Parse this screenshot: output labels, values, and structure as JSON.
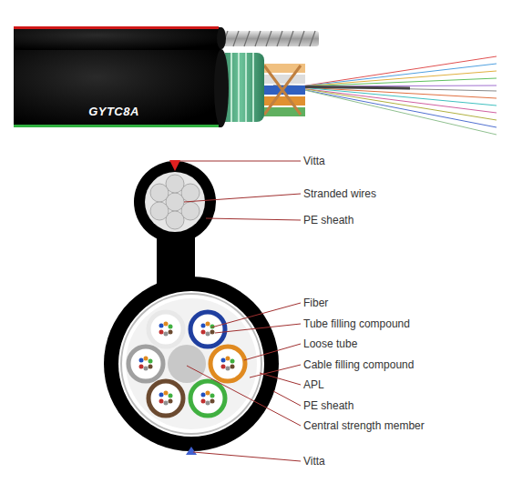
{
  "diagram": {
    "nodes": [
      {
        "text": [
          "GYTC8A"
        ]
      }
    ],
    "labels": [
      "Vitta",
      "Stranded wires",
      "PE sheath",
      "Fiber",
      "Tube filling compound",
      "Loose tube",
      "Cable filling compound",
      "APL",
      "PE sheath",
      "Central strength member",
      "Vitta"
    ]
  }
}
